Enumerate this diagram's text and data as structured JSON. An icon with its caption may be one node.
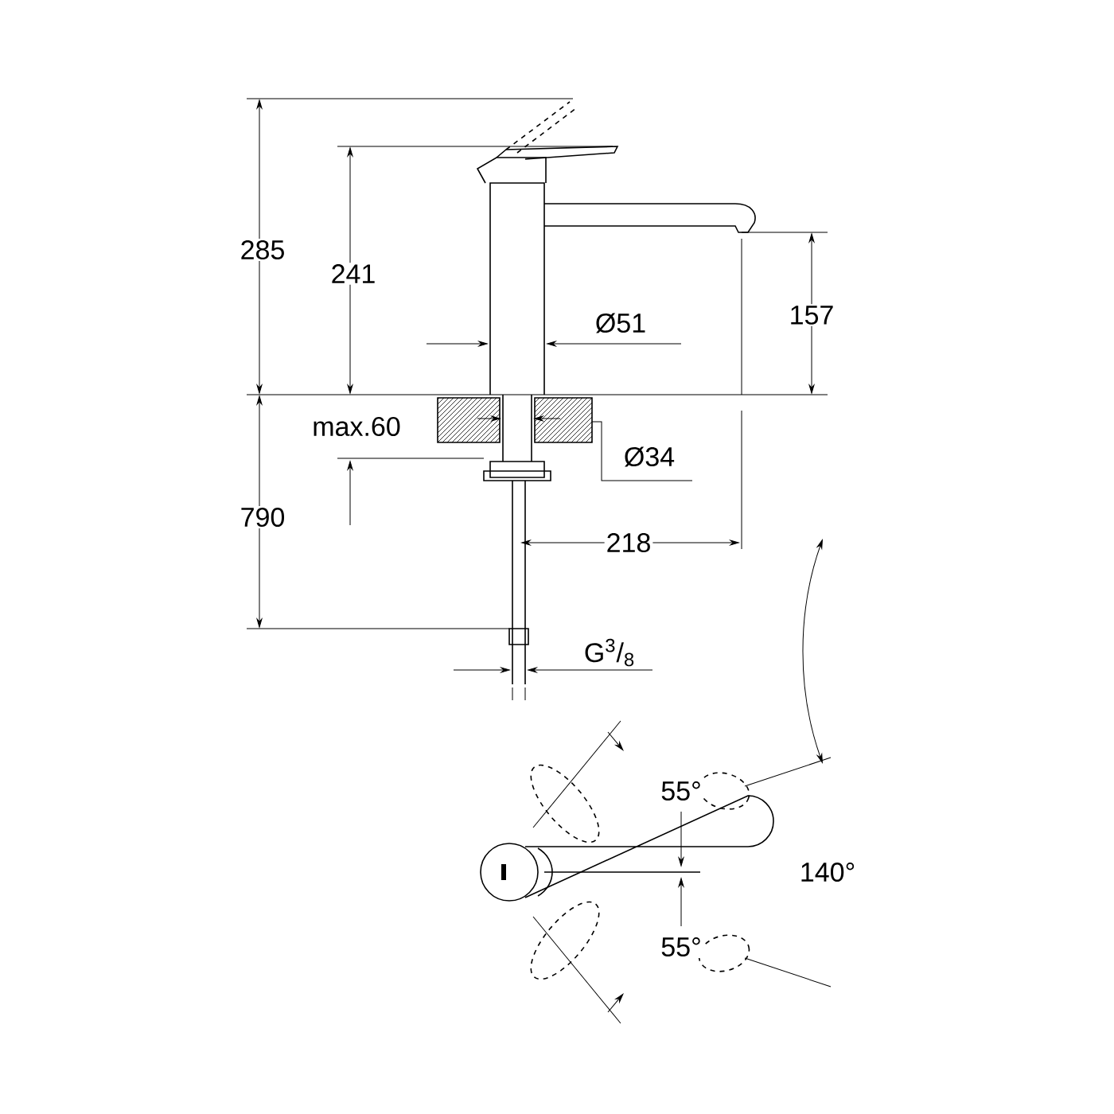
{
  "diagram": {
    "labels": [
      "285",
      "241",
      "157",
      "Ø51",
      "max.60",
      "Ø34",
      "790",
      "218",
      "G$^{3}$/$_{8}$",
      "55°",
      "140°",
      "55°"
    ]
  }
}
